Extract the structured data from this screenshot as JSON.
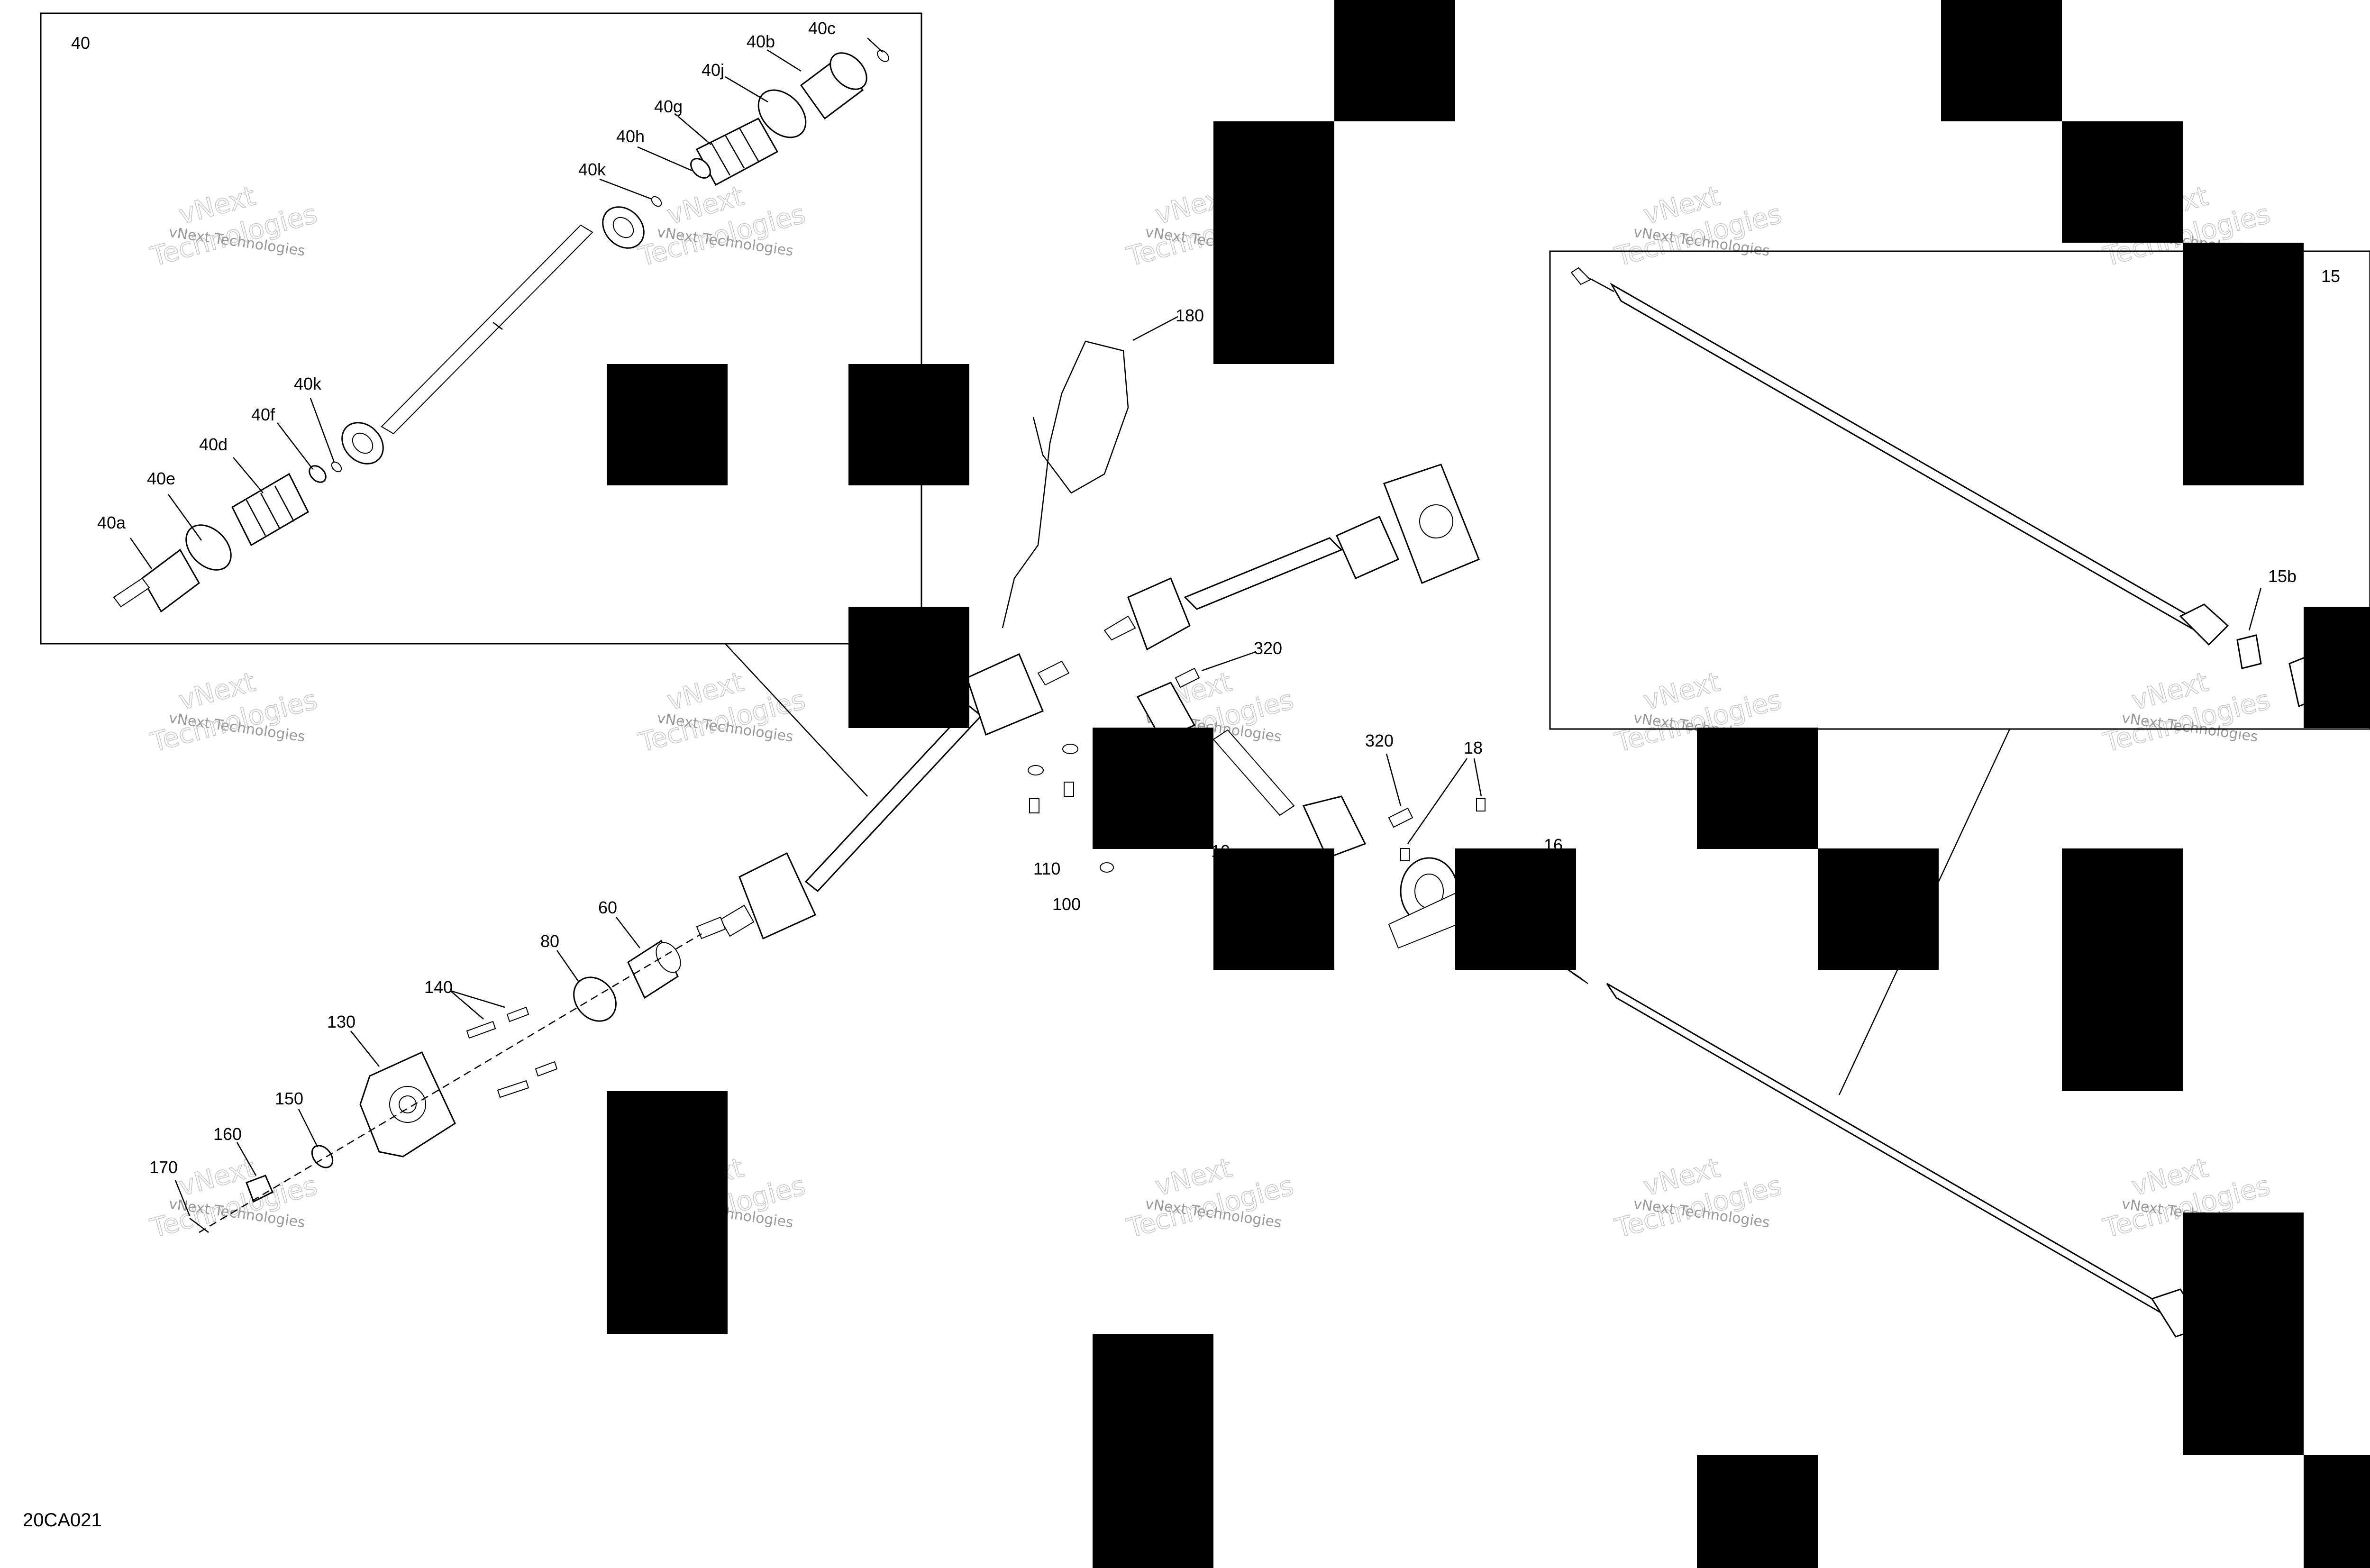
{
  "diagram": {
    "code": "20CA021",
    "inset_left": {
      "id": "40",
      "labels": [
        "40c",
        "40b",
        "40j",
        "40g",
        "40h",
        "40k",
        "40k",
        "40f",
        "40d",
        "40e",
        "40a"
      ]
    },
    "inset_right": {
      "id": "15",
      "labels": [
        "15b",
        "15"
      ]
    },
    "main_labels": [
      "180",
      "320",
      "320",
      "18",
      "16",
      "110",
      "100",
      "10",
      "60",
      "80",
      "140",
      "130",
      "150",
      "160",
      "170"
    ],
    "watermark": {
      "line": "vNext Technologies",
      "big_1": "vNext",
      "big_2": "Technologies"
    }
  }
}
